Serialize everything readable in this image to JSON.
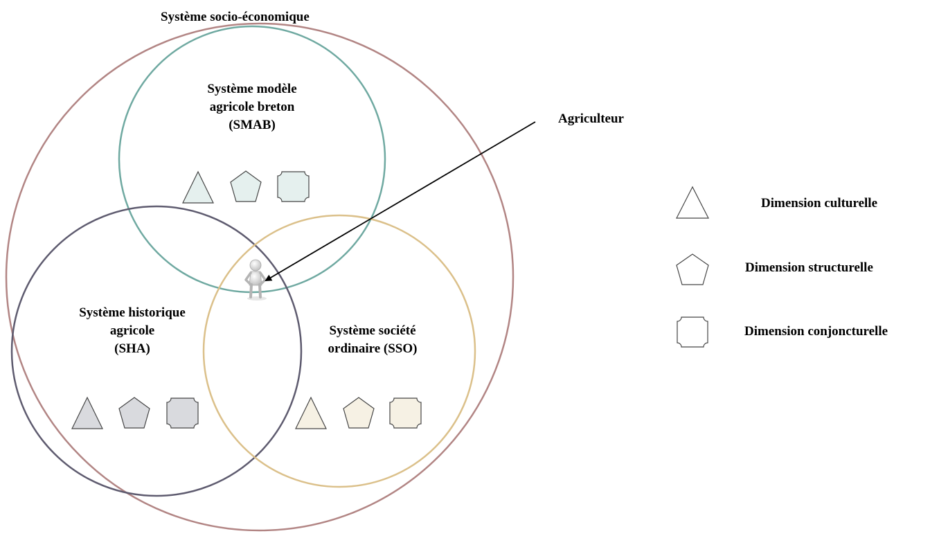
{
  "outer_system": {
    "label": "Système socio-économique",
    "stroke_color": "#b28584"
  },
  "systems": [
    {
      "key": "smab",
      "lines": [
        "Système modèle",
        "agricole breton",
        "(SMAB)"
      ],
      "stroke_color": "#6fa9a1",
      "fill_color": "#e5f0ee"
    },
    {
      "key": "sha",
      "lines": [
        "Système historique",
        "agricole",
        "(SHA)"
      ],
      "stroke_color": "#5e5b6f",
      "fill_color": "#d9dade"
    },
    {
      "key": "sso",
      "lines": [
        "Système société",
        "ordinaire (SSO)"
      ],
      "stroke_color": "#dbc08a",
      "fill_color": "#f6f1e4"
    }
  ],
  "farmer": {
    "label": "Agriculteur"
  },
  "legend": [
    {
      "shape": "triangle",
      "label": "Dimension culturelle"
    },
    {
      "shape": "pentagon",
      "label": "Dimension structurelle"
    },
    {
      "shape": "notched-square",
      "label": "Dimension conjoncturelle"
    }
  ]
}
